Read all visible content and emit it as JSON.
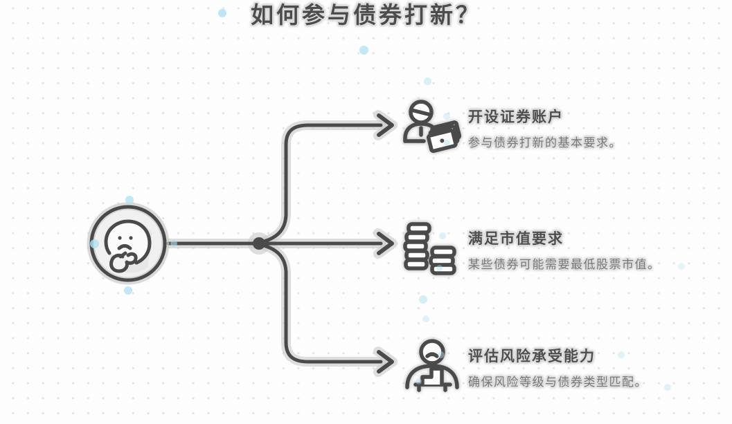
{
  "page": {
    "title": "如何参与债券打新？",
    "background_color": "#fdfdfd"
  },
  "colors": {
    "stroke_dark": "#4a4a4a",
    "halo_gray": "#c9c9c9",
    "grid_dot": "#e4e4e4",
    "accent_dot_blue": "#b3e1f3",
    "title_text": "#4c4c4c",
    "branch_title_text": "#4e4e4e",
    "branch_desc_text": "#787878"
  },
  "center_node": {
    "icon": "thinking-face-icon"
  },
  "branches": [
    {
      "icon": "account-person-cards-icon",
      "title": "开设证券账户",
      "description": "参与债券打新的基本要求。"
    },
    {
      "icon": "coin-stacks-icon",
      "title": "满足市值要求",
      "description": "某些债券可能需要最低股票市值。"
    },
    {
      "icon": "person-risk-chart-icon",
      "title": "评估风险承受能力",
      "description": "确保风险等级与债券类型匹配。"
    }
  ]
}
